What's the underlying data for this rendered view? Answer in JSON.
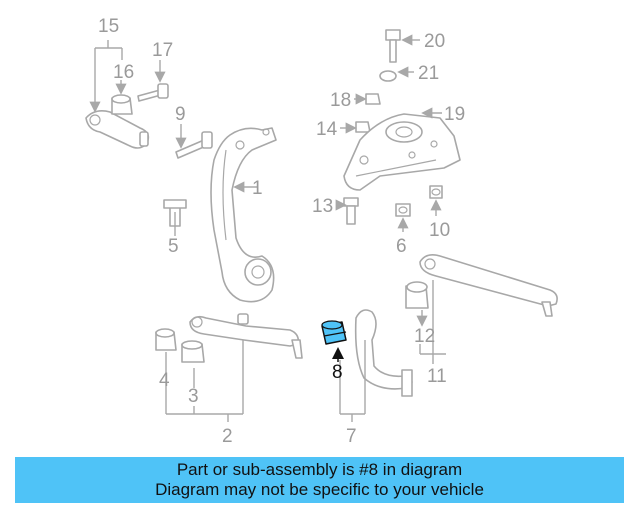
{
  "diagram": {
    "callouts": {
      "c1": "1",
      "c2": "2",
      "c3": "3",
      "c4": "4",
      "c5": "5",
      "c6": "6",
      "c7": "7",
      "c8": "8",
      "c9": "9",
      "c10": "10",
      "c11": "11",
      "c12": "12",
      "c13": "13",
      "c14": "14",
      "c15": "15",
      "c16": "16",
      "c17": "17",
      "c18": "18",
      "c19": "19",
      "c20": "20",
      "c21": "21"
    },
    "highlight_color": "#4fc3f7",
    "highlighted_part": "8"
  },
  "caption": {
    "line1": "Part or sub-assembly is #8 in diagram",
    "line2": "Diagram may not be specific to your vehicle",
    "background": "#4fc3f7"
  }
}
